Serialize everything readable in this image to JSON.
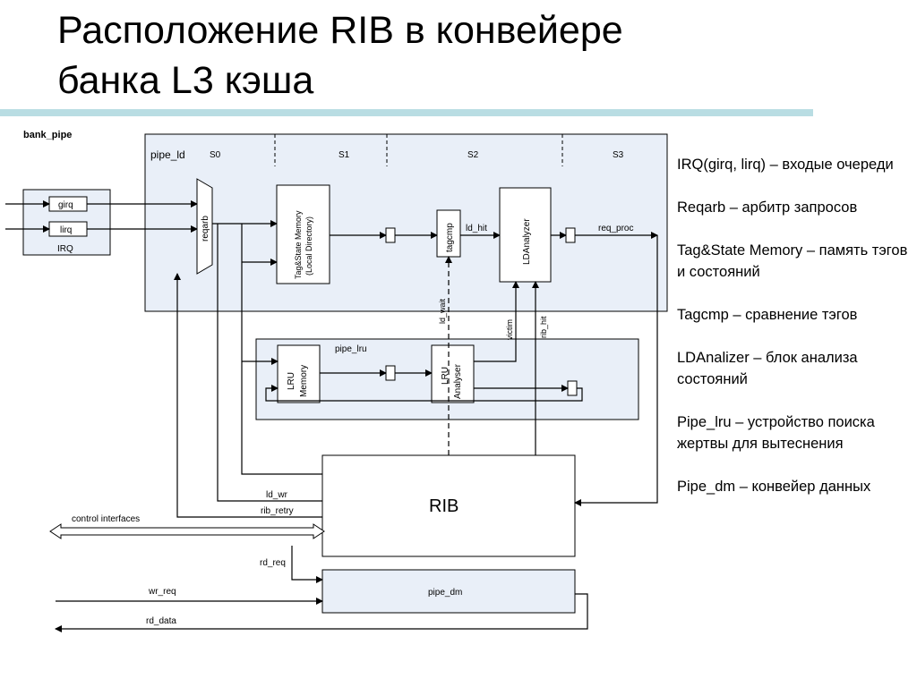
{
  "slide": {
    "title_line1": "Расположение RIB в конвейере",
    "title_line2": "банка L3 кэша"
  },
  "diagram": {
    "bank_pipe": "bank_pipe",
    "pipe_ld": "pipe_ld",
    "stages": [
      "S0",
      "S1",
      "S2",
      "S3"
    ],
    "irq": "IRQ",
    "girq": "girq",
    "lirq": "lirq",
    "reqarb": "reqarb",
    "tag_mem_line1": "Tag&State Memory",
    "tag_mem_line2": "(Local Directory)",
    "tagcmp": "tagcmp",
    "ld_hit": "ld_hit",
    "ldanalyzer": "LDAnalyzer",
    "req_proc": "req_proc",
    "pipe_lru": "pipe_lru",
    "lru_mem_line1": "LRU",
    "lru_mem_line2": "Memory",
    "lru_an_line1": "LRU",
    "lru_an_line2": "Analyser",
    "ld_wait": "ld_wait",
    "victim": "victim",
    "rib_hit": "rib_hit",
    "rib": "RIB",
    "ld_wr": "ld_wr",
    "rib_retry": "rib_retry",
    "control_interfaces": "control interfaces",
    "rd_req": "rd_req",
    "wr_req": "wr_req",
    "rd_data": "rd_data",
    "pipe_dm": "pipe_dm"
  },
  "legend": [
    "IRQ(girq, lirq) – входые очереди",
    "Reqarb – арбитр запросов",
    "Tag&State Memory – память тэгов и состояний",
    "Tagcmp – сравнение тэгов",
    "LDAnalizer – блок анализа состояний",
    "Pipe_lru – устройство поиска жертвы  для вытеснения",
    "Pipe_dm – конвейер данных"
  ]
}
